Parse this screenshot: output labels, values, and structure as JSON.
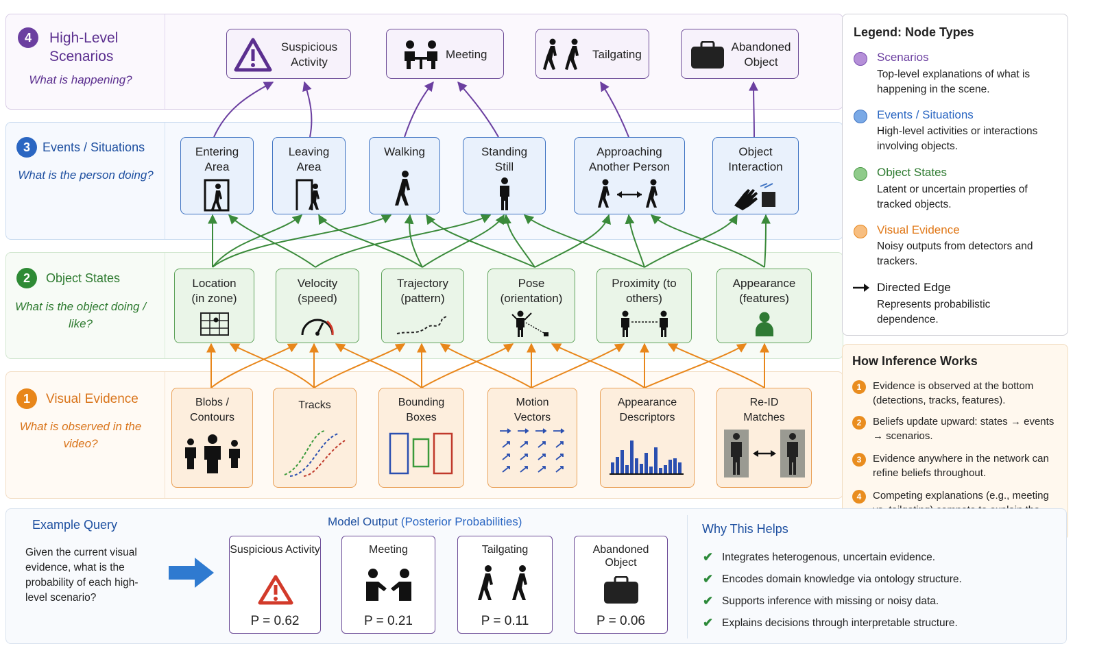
{
  "levels": {
    "scenarios": {
      "num": "4",
      "title": "High-Level Scenarios",
      "question": "What is happening?"
    },
    "events": {
      "num": "3",
      "title": "Events / Situations",
      "question": "What is the person doing?"
    },
    "states": {
      "num": "2",
      "title": "Object States",
      "question": "What is the object doing / like?"
    },
    "evidence": {
      "num": "1",
      "title": "Visual Evidence",
      "question": "What is observed in the video?"
    }
  },
  "scenario_nodes": [
    "Suspicious Activity",
    "Meeting",
    "Tailgating",
    "Abandoned Object"
  ],
  "event_nodes": [
    "Entering Area",
    "Leaving Area",
    "Walking",
    "Standing Still",
    "Approaching Another Person",
    "Object Interaction"
  ],
  "state_nodes": [
    "Location (in zone)",
    "Velocity (speed)",
    "Trajectory (pattern)",
    "Pose (orientation)",
    "Proximity (to others)",
    "Appearance (features)"
  ],
  "evidence_nodes": [
    "Blobs / Contours",
    "Tracks",
    "Bounding Boxes",
    "Motion Vectors",
    "Appearance Descriptors",
    "Re-ID Matches"
  ],
  "legend": {
    "title": "Legend: Node Types",
    "items": [
      {
        "name": "Scenarios",
        "desc": "Top-level explanations of what is happening in the scene.",
        "color": "#9b6fc4"
      },
      {
        "name": "Events / Situations",
        "desc": "High-level activities or interactions involving objects.",
        "color": "#4a86d6"
      },
      {
        "name": "Object States",
        "desc": "Latent or uncertain properties of tracked objects.",
        "color": "#6cb86a"
      },
      {
        "name": "Visual Evidence",
        "desc": "Noisy outputs from detectors and trackers.",
        "color": "#f2a24a"
      },
      {
        "name": "Directed Edge",
        "desc": "Represents probabilistic dependence.",
        "color": "#111111"
      }
    ]
  },
  "how": {
    "title": "How Inference Works",
    "items": [
      {
        "num": "1",
        "text": "Evidence is observed at the bottom (detections, tracks, features)."
      },
      {
        "num": "2",
        "text": "Beliefs update upward: states → events → scenarios."
      },
      {
        "num": "3",
        "text": "Evidence anywhere in the network can refine beliefs throughout."
      },
      {
        "num": "4",
        "text": "Competing explanations (e.g., meeting vs. tailgating) compete to explain the same evidence (explaining away)."
      }
    ]
  },
  "example": {
    "title": "Example Query",
    "text": "Given the current visual evidence, what is the probability of each high-level scenario?"
  },
  "output": {
    "title": "Model Output",
    "subtitle": "(Posterior Probabilities)",
    "cards": [
      {
        "label": "Suspicious Activity",
        "p": "P = 0.62"
      },
      {
        "label": "Meeting",
        "p": "P = 0.21"
      },
      {
        "label": "Tailgating",
        "p": "P = 0.11"
      },
      {
        "label": "Abandoned Object",
        "p": "P = 0.06"
      }
    ]
  },
  "why": {
    "title": "Why This Helps",
    "items": [
      "Integrates heterogenous, uncertain evidence.",
      "Encodes domain knowledge via ontology structure.",
      "Supports inference with missing or noisy data.",
      "Explains decisions through interpretable structure."
    ]
  }
}
